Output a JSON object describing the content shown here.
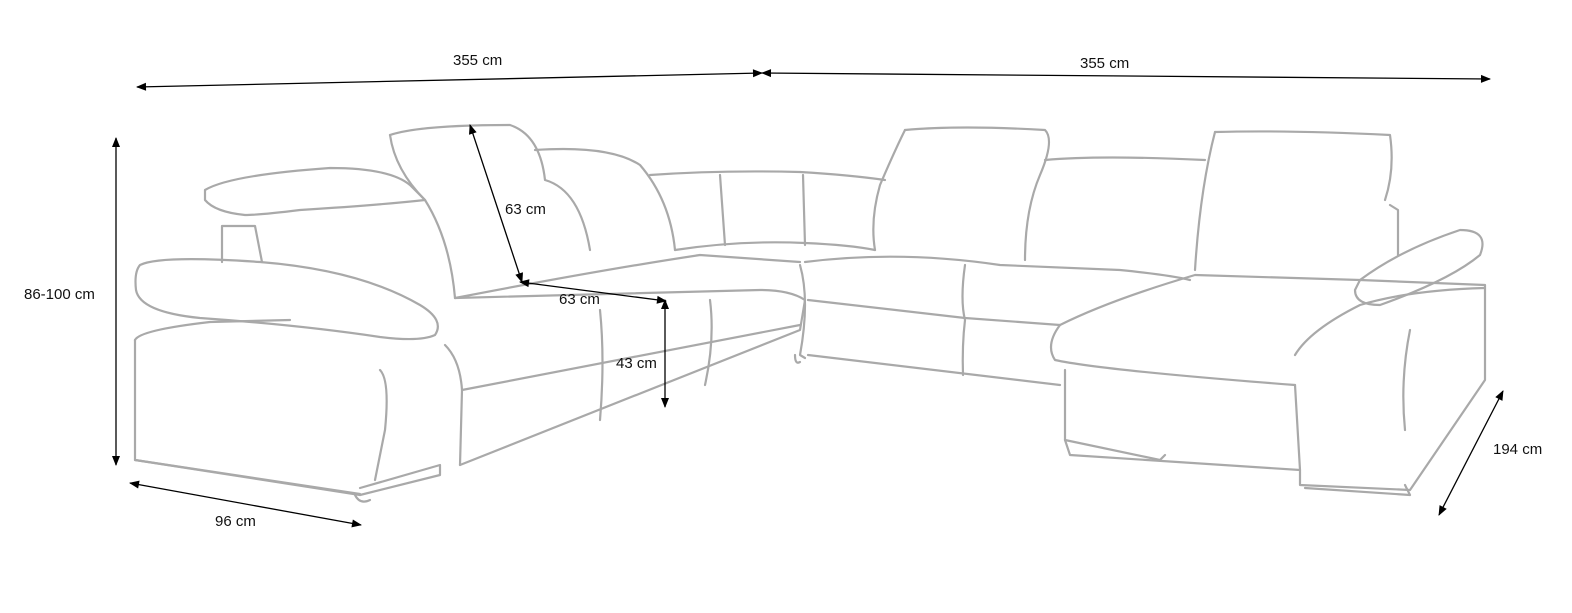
{
  "dimensions": {
    "left_width": "355 cm",
    "right_width": "355 cm",
    "height": "86-100 cm",
    "headrest_height": "63 cm",
    "seat_depth": "63 cm",
    "seat_height": "43 cm",
    "side_depth": "96 cm",
    "chaise_depth": "194 cm"
  },
  "colors": {
    "outline": "#a9a9a9",
    "arrows": "#000000"
  }
}
